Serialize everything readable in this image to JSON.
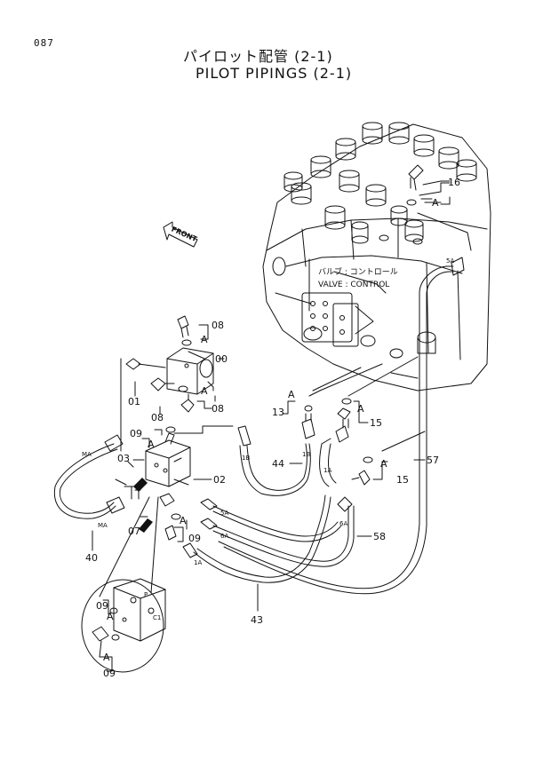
{
  "header": {
    "page_number": "087",
    "title_jp": "パイロット配管 (2-1)",
    "title_en": "PILOT PIPINGS (2-1)"
  },
  "labels": {
    "valve_control_jp": "バルブ : コントロール",
    "valve_control_en": "VALVE : CONTROL",
    "front": "FRONT"
  },
  "callouts": {
    "p16": "16",
    "p08_top": "08",
    "p00": "00",
    "p01": "01",
    "p08_mid": "08",
    "p08_low": "08",
    "p13": "13",
    "p15_upper": "15",
    "p15_lower": "15",
    "p09": "09",
    "p03": "03",
    "p02": "02",
    "p44": "44",
    "p57": "57",
    "p07": "07",
    "p09_low": "09",
    "p58": "58",
    "p40": "40",
    "p43": "43",
    "p09_detail_top": "09",
    "p09_detail_bottom": "09"
  },
  "refs": {
    "a": "A",
    "ma": "MA",
    "hose_1b": "1B",
    "hose_1a": "1A",
    "hose_5a": "5A",
    "hose_6a": "6A",
    "port_p": "P",
    "port_c1": "C1"
  },
  "colors": {
    "line": "#111111",
    "background": "#ffffff"
  }
}
